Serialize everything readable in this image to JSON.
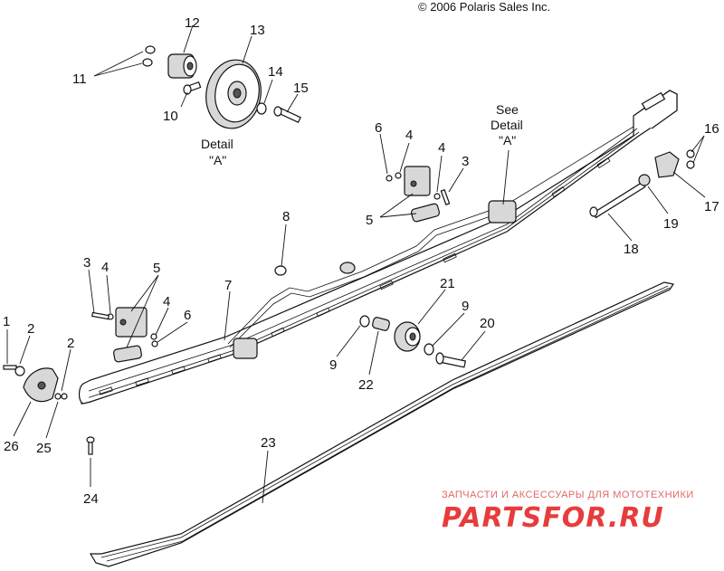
{
  "copyright": "© 2006 Polaris Sales Inc.",
  "detail_caption": {
    "line1": "Detail",
    "line2": "\"A\""
  },
  "see_detail": {
    "line1": "See",
    "line2": "Detail",
    "line3": "\"A\""
  },
  "labels": {
    "l1": "1",
    "l2a": "2",
    "l2b": "2",
    "l3a": "3",
    "l3b": "3",
    "l4a": "4",
    "l4b": "4",
    "l4c": "4",
    "l4d": "4",
    "l5a": "5",
    "l5b": "5",
    "l6a": "6",
    "l6b": "6",
    "l7": "7",
    "l8": "8",
    "l9a": "9",
    "l9b": "9",
    "l10": "10",
    "l11": "11",
    "l12": "12",
    "l13": "13",
    "l14": "14",
    "l15": "15",
    "l16": "16",
    "l17": "17",
    "l18": "18",
    "l19": "19",
    "l20": "20",
    "l21": "21",
    "l22": "22",
    "l23": "23",
    "l24": "24",
    "l25": "25",
    "l26": "26"
  },
  "watermark": {
    "tagline": "ЗАПЧАСТИ И АКСЕССУАРЫ ДЛЯ МОТОТЕХНИКИ",
    "brand": "PARTSFOR.RU"
  }
}
